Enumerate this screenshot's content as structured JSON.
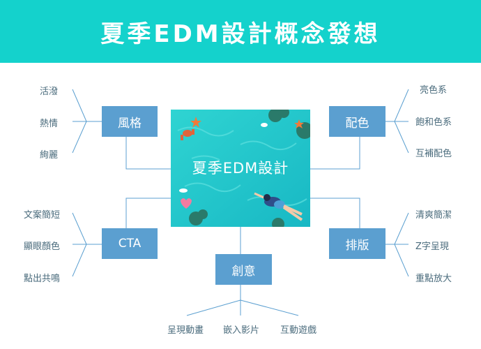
{
  "title": "夏季EDM設計概念發想",
  "center": {
    "label": "夏季EDM設計"
  },
  "colors": {
    "banner": "#14d2cc",
    "box": "#5b9fd0",
    "line": "#5b9fd0",
    "leaf_text": "#4a6b7c",
    "center_bg": "#22c6cc"
  },
  "branches": {
    "style": {
      "label": "風格",
      "items": [
        "活潑",
        "熱情",
        "絢麗"
      ]
    },
    "color": {
      "label": "配色",
      "items": [
        "亮色系",
        "飽和色系",
        "互補配色"
      ]
    },
    "cta": {
      "label": "CTA",
      "items": [
        "文案簡短",
        "顯眼顏色",
        "點出共鳴"
      ]
    },
    "layout": {
      "label": "排版",
      "items": [
        "清爽簡潔",
        "Z字呈現",
        "重點放大"
      ]
    },
    "creative": {
      "label": "創意",
      "items": [
        "呈現動畫",
        "嵌入影片",
        "互動遊戲"
      ]
    }
  }
}
